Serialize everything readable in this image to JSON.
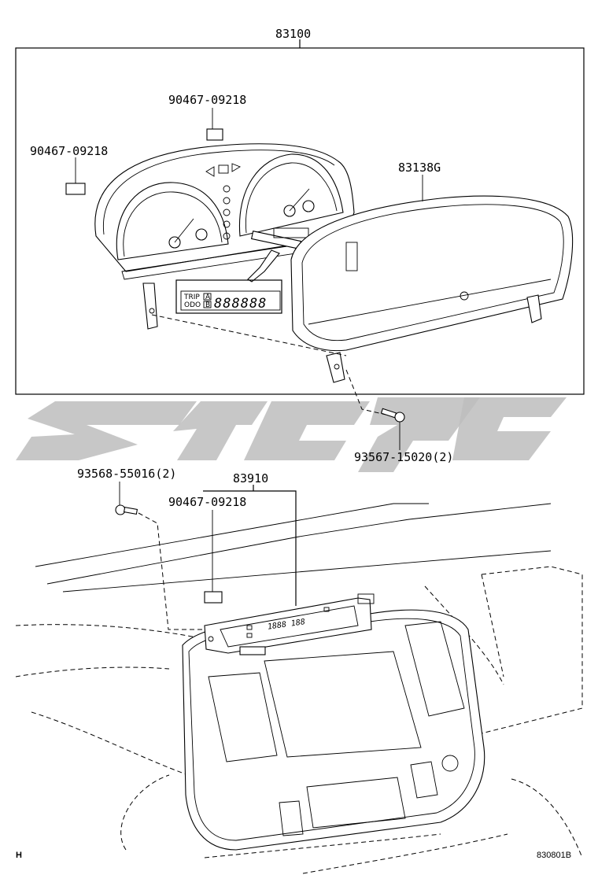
{
  "diagram": {
    "part_numbers": {
      "cluster_assembly": "83100",
      "clip_top": "90467-09218",
      "clip_left": "90467-09218",
      "glass_cover": "83138G",
      "screw_right": "93567-15020(2)",
      "screw_left": "93568-55016(2)",
      "clock_assembly": "83910",
      "clip_clock": "90467-09218"
    },
    "display_inset": {
      "trip_label": "TRIP",
      "odo_label": "ODO",
      "a_label": "A",
      "b_label": "B",
      "digits": "888888"
    },
    "clock_readout": "1888 188",
    "footer": {
      "corner_mark": "H",
      "drawing_number": "830801B"
    }
  }
}
